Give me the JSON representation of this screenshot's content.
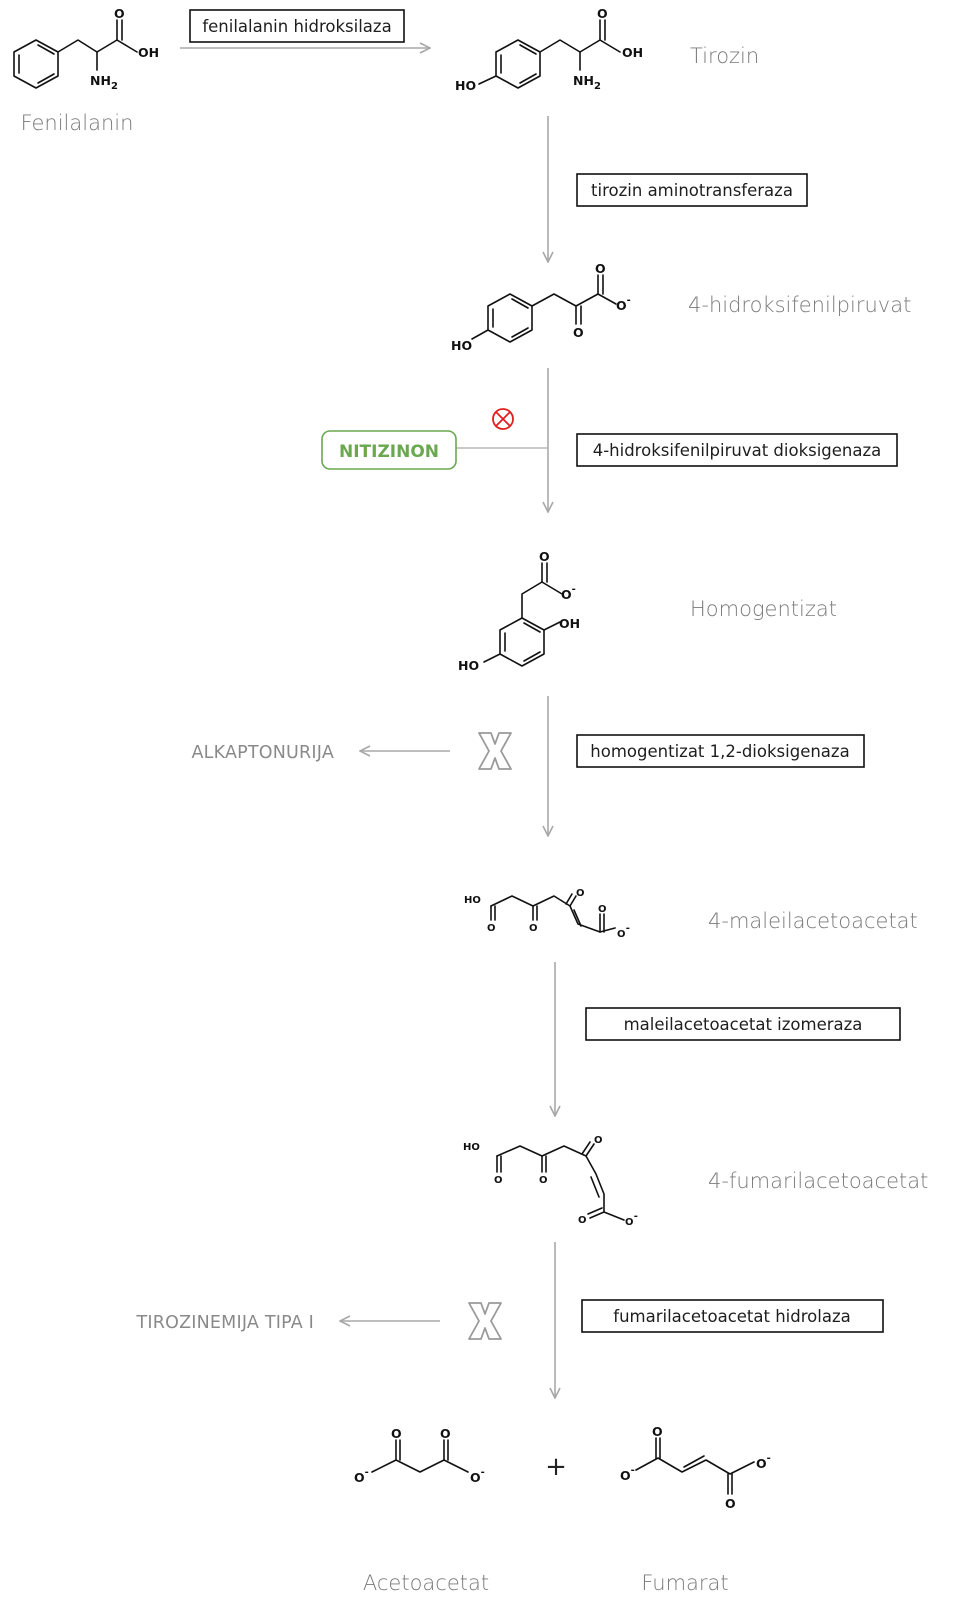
{
  "compounds": {
    "fenilalanin": "Fenilalanin",
    "tirozin": "Tirozin",
    "hidroksifenilpiruvat": "4-hidroksifenilpiruvat",
    "homogentizat": "Homogentizat",
    "maleilacetoacetat": "4-maleilacetoacetat",
    "fumarilacetoacetat": "4-fumarilacetoacetat",
    "acetoacetat": "Acetoacetat",
    "fumarat": "Fumarat"
  },
  "enzymes": {
    "fenilalanin_hidroksilaza": "fenilalanin hidroksilaza",
    "tirozin_aminotransferaza": "tirozin aminotransferaza",
    "hpp_dioksigenaza": "4-hidroksifenilpiruvat dioksigenaza",
    "homogentizat_dioksigenaza": "homogentizat 1,2-dioksigenaza",
    "maleilacetoacetat_izomeraza": "maleilacetoacetat izomeraza",
    "fumarilacetoacetat_hidrolaza": "fumarilacetoacetat hidrolaza"
  },
  "inhibitor": {
    "label": "NITIZINON",
    "color": "#6aa84f",
    "symbol_color": "#e02020",
    "symbol_icon": "circle-x-icon"
  },
  "diseases": {
    "alkaptonurija": "ALKAPTONURIJA",
    "tirozinemija": "TIROZINEMIJA TIPA I",
    "block_icon": "cross-outline-icon"
  },
  "structure_labels": {
    "oh": "OH",
    "ho": "HO",
    "nh2": "NH",
    "sub2": "2",
    "o": "O",
    "minus": "-"
  },
  "plus": "+"
}
